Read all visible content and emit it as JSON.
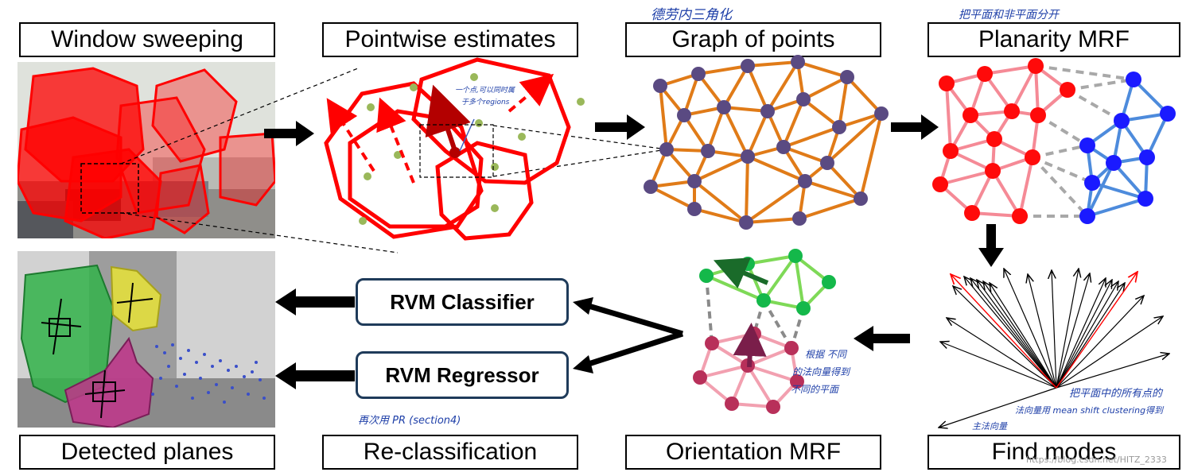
{
  "stages": {
    "window_sweeping": "Window sweeping",
    "pointwise_estimates": "Pointwise estimates",
    "graph_of_points": "Graph of points",
    "planarity_mrf": "Planarity MRF",
    "detected_planes": "Detected planes",
    "re_classification": "Re-classification",
    "orientation_mrf": "Orientation MRF",
    "find_modes": "Find modes"
  },
  "classifiers": {
    "rvm_classifier": "RVM Classifier",
    "rvm_regressor": "RVM Regressor"
  },
  "annotations": {
    "delaunay": "德劳内三角化",
    "separate_planes": "把平面和非平面分开",
    "move_regions_1": "一个点,可以同时属",
    "move_regions_2": "于多个regions",
    "orientation_1": "根据 不同",
    "orientation_2": "的法向量得到",
    "orientation_3": "不同的平面",
    "mean_shift_1": "把平面中的所有点的",
    "mean_shift_2": "法向量用 mean shift clustering得到",
    "principal_normal": "主法向量",
    "again_pr": "再次用 PR (section4)"
  },
  "watermark": "https://blog.csdn.net/HITZ_2333",
  "colors": {
    "plane_red": "#ff0000",
    "graph_orange": "#e07b18",
    "node_purple": "#5a4a82",
    "nonplanar_blue": "#2f6fd6",
    "node_green": "#9ab85a",
    "mrf_green": "#7ed957",
    "mrf_pink": "#f2a0b0",
    "rvm_border": "#1f3b5a",
    "note_blue": "#1e3fa8"
  }
}
